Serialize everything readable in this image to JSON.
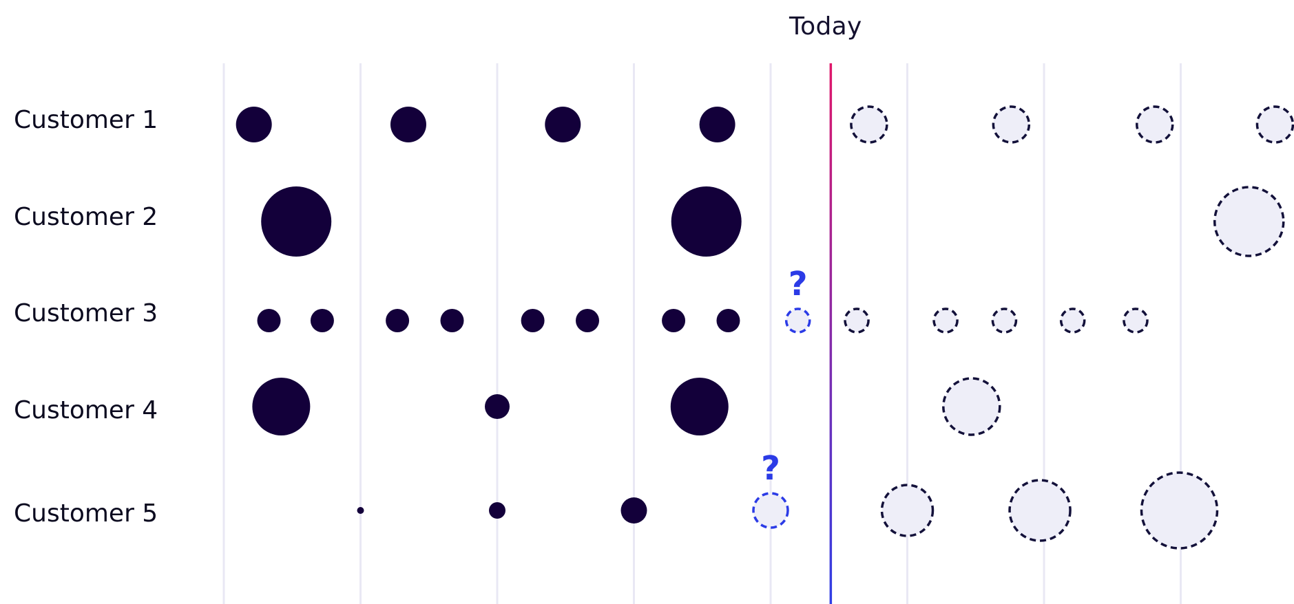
{
  "today_label": "Today",
  "customers": [
    {
      "label": "Customer 1",
      "past": [
        {
          "t": 0.22,
          "size": 26
        },
        {
          "t": 1.35,
          "size": 26
        },
        {
          "t": 2.48,
          "size": 26
        },
        {
          "t": 3.61,
          "size": 26
        }
      ],
      "future": [
        {
          "t": 4.72,
          "size": 26
        },
        {
          "t": 5.76,
          "size": 26
        },
        {
          "t": 6.81,
          "size": 26
        },
        {
          "t": 7.69,
          "size": 26
        }
      ],
      "unknown": []
    },
    {
      "label": "Customer 2",
      "past": [
        {
          "t": 0.53,
          "size": 51
        },
        {
          "t": 3.53,
          "size": 51
        }
      ],
      "future": [
        {
          "t": 7.5,
          "size": 50
        }
      ],
      "unknown": []
    },
    {
      "label": "Customer 3",
      "past": [
        {
          "t": 0.33,
          "size": 17
        },
        {
          "t": 0.72,
          "size": 17
        },
        {
          "t": 1.27,
          "size": 17
        },
        {
          "t": 1.67,
          "size": 17
        },
        {
          "t": 2.26,
          "size": 17
        },
        {
          "t": 2.66,
          "size": 17
        },
        {
          "t": 3.29,
          "size": 17
        },
        {
          "t": 3.69,
          "size": 17
        }
      ],
      "future": [
        {
          "t": 4.63,
          "size": 17
        },
        {
          "t": 5.28,
          "size": 17
        },
        {
          "t": 5.71,
          "size": 17
        },
        {
          "t": 6.21,
          "size": 17
        },
        {
          "t": 6.67,
          "size": 17
        }
      ],
      "unknown": [
        {
          "t": 4.2,
          "size": 17
        }
      ]
    },
    {
      "label": "Customer 4",
      "past": [
        {
          "t": 0.42,
          "size": 42
        },
        {
          "t": 2.0,
          "size": 18
        },
        {
          "t": 3.48,
          "size": 42
        }
      ],
      "future": [
        {
          "t": 5.47,
          "size": 41
        }
      ],
      "unknown": []
    },
    {
      "label": "Customer 5",
      "past": [
        {
          "t": 1.0,
          "size": 5
        },
        {
          "t": 2.0,
          "size": 12
        },
        {
          "t": 3.0,
          "size": 19
        }
      ],
      "future": [
        {
          "t": 5.0,
          "size": 37
        },
        {
          "t": 5.97,
          "size": 44
        },
        {
          "t": 6.99,
          "size": 55
        }
      ],
      "unknown": [
        {
          "t": 4.0,
          "size": 25
        }
      ]
    }
  ],
  "unknown_marker": "?",
  "colors": {
    "past_fill": "#13003a",
    "future_fill": "#eeeef8",
    "future_stroke": "#13113a",
    "unknown_stroke": "#2b3be6",
    "unknown_fill": "#eeeef8",
    "question": "#2b3be6",
    "gridline": "#e9e8f4",
    "today_top": "#e0176a",
    "today_bottom": "#2f3fe6"
  },
  "today_t": 4.44
}
